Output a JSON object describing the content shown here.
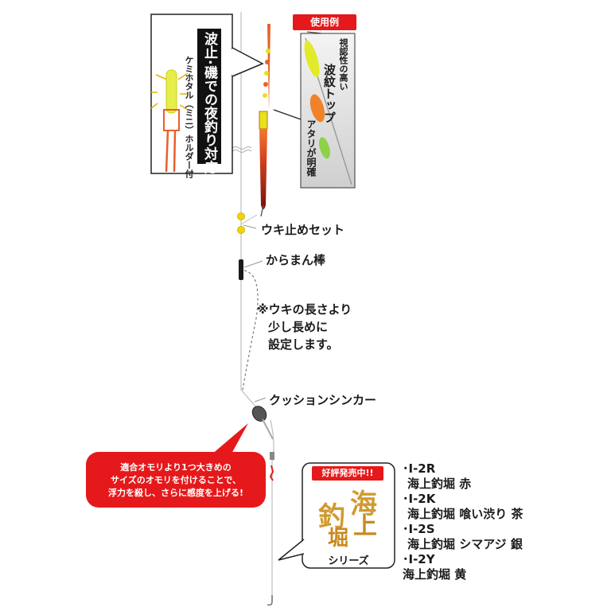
{
  "colors": {
    "accent_red": "#e5191b",
    "float_orange": "#e8612a",
    "float_dark": "#8a1a10",
    "top_yellow": "#e6e21c",
    "bead_yellow": "#f2d500",
    "line_gray": "#bdbdbd"
  },
  "callout_night": {
    "heading": "波止･磯での夜釣り対応",
    "sub": "ケミホタル（ミニ）ホルダー付"
  },
  "usage_example": {
    "badge": "使用例",
    "text1": "視認性の高い",
    "text2": "波紋トップ",
    "text3": "アタリが明確"
  },
  "labels": {
    "stopper": "ウキ止めセット",
    "karaman": "からまん棒",
    "note_lines": [
      "※ウキの長さより",
      "少し長めに",
      "設定します。"
    ],
    "sinker": "クッションシンカー"
  },
  "red_callout": {
    "lines": [
      "適合オモリより1つ大きめの",
      "サイズのオモリを付けることで、",
      "浮力を殺し、さらに感度を上げる!"
    ]
  },
  "series_box": {
    "badge": "好評発売中!!",
    "logo": [
      "海",
      "上",
      "釣",
      "堀"
    ],
    "caption": "シリーズ"
  },
  "series_list": [
    {
      "code": "･I-2R",
      "name": "海上釣堀 赤"
    },
    {
      "code": "･I-2K",
      "name": "海上釣堀 喰い渋り 茶"
    },
    {
      "code": "･I-2S",
      "name": "海上釣堀 シマアジ 銀"
    },
    {
      "code": "･I-2Y",
      "name": "海上釣堀 黄"
    }
  ]
}
